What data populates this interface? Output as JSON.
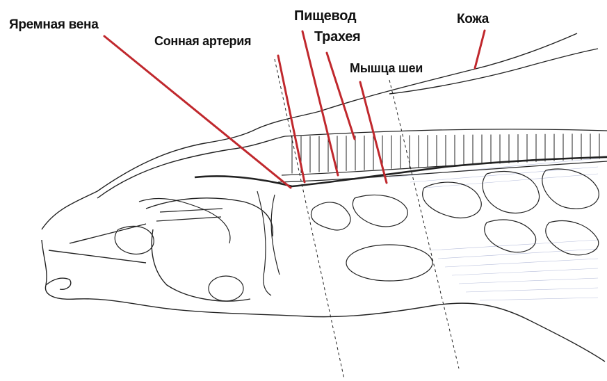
{
  "labels": {
    "jugular_vein": "Яремная вена",
    "carotid_artery": "Сонная артерия",
    "esophagus": "Пищевод",
    "trachea": "Трахея",
    "neck_muscle": "Мышца шеи",
    "skin": "Кожа"
  },
  "colors": {
    "pointer": "#c0282d",
    "ink": "#222222",
    "shading": "#5a6aa8"
  }
}
